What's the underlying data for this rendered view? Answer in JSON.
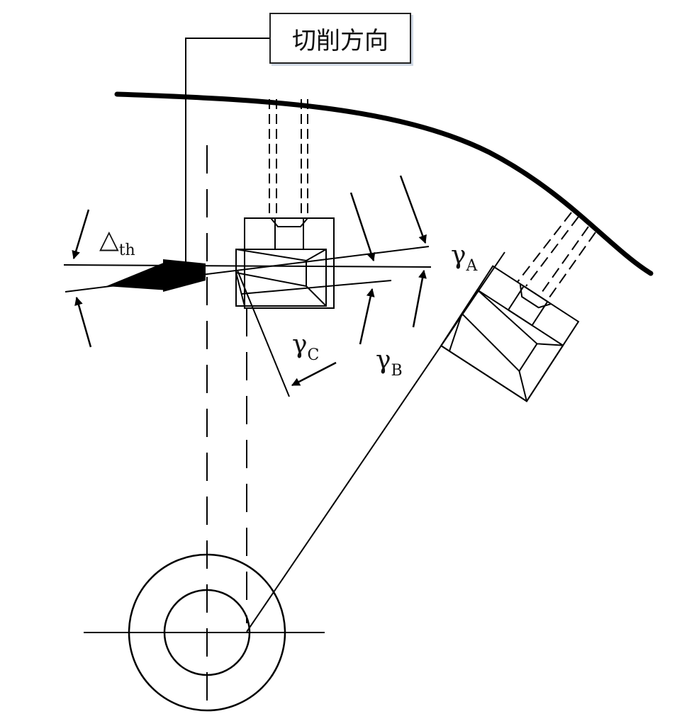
{
  "cutting_direction_label": "切削方向",
  "symbols": {
    "delta": {
      "main": "△",
      "sub": "th"
    },
    "gamma_a": {
      "main": "γ",
      "sub": "A"
    },
    "gamma_b": {
      "main": "γ",
      "sub": "B"
    },
    "gamma_c": {
      "main": "γ",
      "sub": "C"
    }
  },
  "colors": {
    "line": "#000000",
    "box_shadow": "#cfd8e4"
  }
}
